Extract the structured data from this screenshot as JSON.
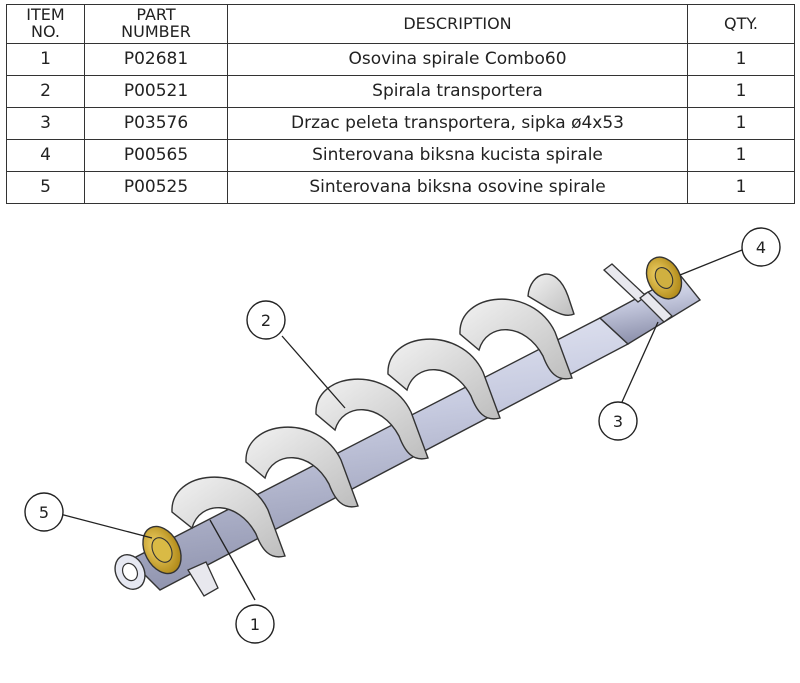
{
  "bom": {
    "headers": {
      "item_line1": "ITEM",
      "item_line2": "NO.",
      "part_line1": "PART",
      "part_line2": "NUMBER",
      "description": "DESCRIPTION",
      "qty": "QTY."
    },
    "rows": [
      {
        "item": "1",
        "part": "P02681",
        "description": "Osovina spirale Combo60",
        "qty": "1"
      },
      {
        "item": "2",
        "part": "P00521",
        "description": "Spirala transportera",
        "qty": "1"
      },
      {
        "item": "3",
        "part": "P03576",
        "description": "Drzac peleta transportera, sipka ø4x53",
        "qty": "1"
      },
      {
        "item": "4",
        "part": "P00565",
        "description": "Sinterovana biksna kucista spirale",
        "qty": "1"
      },
      {
        "item": "5",
        "part": "P00525",
        "description": "Sinterovana biksna osovine spirale",
        "qty": "1"
      }
    ]
  },
  "balloons": {
    "b1": "1",
    "b2": "2",
    "b3": "3",
    "b4": "4",
    "b5": "5"
  },
  "colors": {
    "shaft": "#c9cce0",
    "flight": "#dcdcdc",
    "bushing": "#c8a020",
    "line": "#222222"
  }
}
